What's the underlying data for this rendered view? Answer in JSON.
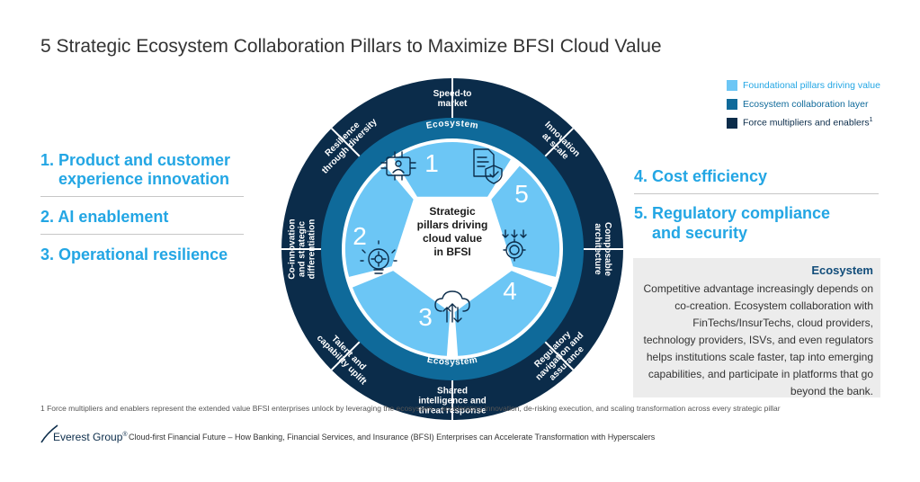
{
  "title": "5 Strategic Ecosystem Collaboration Pillars to Maximize BFSI Cloud Value",
  "left_pillars": [
    {
      "line1": "1. Product and customer",
      "line2": "experience innovation"
    },
    {
      "line1": "2. AI enablement",
      "line2": ""
    },
    {
      "line1": "3. Operational resilience",
      "line2": ""
    }
  ],
  "right_pillars": [
    {
      "line1": "4. Cost efficiency",
      "line2": ""
    },
    {
      "line1": "5. Regulatory compliance",
      "line2": "and security"
    }
  ],
  "legend": [
    {
      "label": "Foundational pillars driving value",
      "color": "#6cc6f5"
    },
    {
      "label": "Ecosystem collaboration layer",
      "color": "#0f6a9a"
    },
    {
      "label": "Force multipliers and enablers",
      "sup": "1",
      "color": "#0b2c4a"
    }
  ],
  "ecosystem_box": {
    "title": "Ecosystem",
    "text": "Competitive advantage increasingly depends on co-creation. Ecosystem collaboration with FinTechs/InsurTechs, cloud providers, technology providers, ISVs, and even regulators helps institutions scale faster, tap into emerging capabilities, and participate in platforms that go beyond the bank."
  },
  "diagram": {
    "center_text": [
      "Strategic",
      "pillars driving",
      "cloud value",
      "in BFSI"
    ],
    "ecosystem_label_top": "Ecosystem",
    "ecosystem_label_bottom": "Ecosystem",
    "pillar_numbers": [
      "1",
      "2",
      "3",
      "4",
      "5"
    ],
    "pillar_icons": [
      "product-innovation-icon",
      "ai-lightbulb-icon",
      "cloud-resilience-icon",
      "cost-efficiency-icon",
      "compliance-document-icon"
    ],
    "outer_segments": [
      {
        "lines": [
          "Speed-to",
          "market"
        ]
      },
      {
        "lines": [
          "Innovation",
          "at scale"
        ]
      },
      {
        "lines": [
          "Composable",
          "architecture"
        ]
      },
      {
        "lines": [
          "Regulatory",
          "navigation and",
          "assurance"
        ]
      },
      {
        "lines": [
          "Shared",
          "intelligence and",
          "threat response"
        ]
      },
      {
        "lines": [
          "Talent and",
          "capability uplift"
        ]
      },
      {
        "lines": [
          "Co-innovation",
          "and strategic",
          "differentiation"
        ]
      },
      {
        "lines": [
          "Resilience",
          "through diversity"
        ]
      }
    ],
    "colors": {
      "outer": "#0b2c4a",
      "middle": "#0f6a9a",
      "inner": "#6cc6f5",
      "center": "#ffffff"
    }
  },
  "footnote": "1 Force multipliers and enablers represent the extended value BFSI enterprises unlock by leveraging the ecosystem – accelerating innovation, de-risking execution, and scaling transformation across every strategic pillar",
  "footer": {
    "logo_text": "Everest Group",
    "logo_reg": "®",
    "text": "Cloud-first Financial Future – How Banking, Financial Services, and Insurance (BFSI) Enterprises can Accelerate Transformation with Hyperscalers"
  }
}
